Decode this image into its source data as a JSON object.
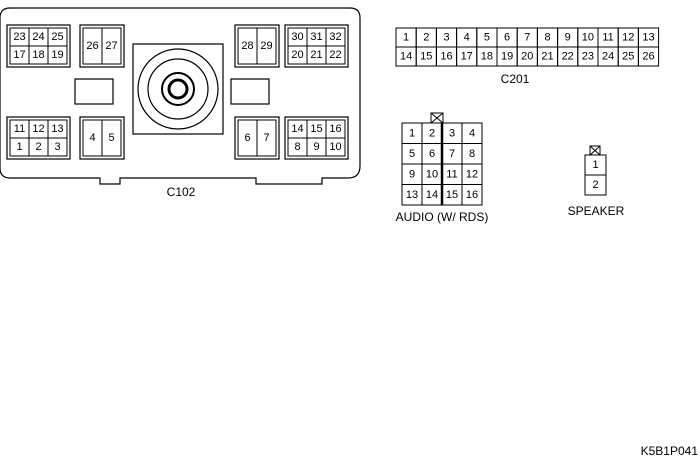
{
  "c102": {
    "label": "C102",
    "pins": {
      "upper_left": [
        [
          "23",
          "24",
          "25"
        ],
        [
          "17",
          "18",
          "19"
        ]
      ],
      "upper_mid": [
        [
          "26",
          "27"
        ]
      ],
      "upper_right_mid": [
        [
          "28",
          "29"
        ]
      ],
      "upper_right": [
        [
          "30",
          "31",
          "32"
        ],
        [
          "20",
          "21",
          "22"
        ]
      ],
      "lower_left": [
        [
          "11",
          "12",
          "13"
        ],
        [
          "1",
          "2",
          "3"
        ]
      ],
      "lower_mid": [
        [
          "4",
          "5"
        ]
      ],
      "lower_right_mid": [
        [
          "6",
          "7"
        ]
      ],
      "lower_right": [
        [
          "14",
          "15",
          "16"
        ],
        [
          "8",
          "9",
          "10"
        ]
      ]
    }
  },
  "c201": {
    "label": "C201",
    "rows": [
      [
        "1",
        "2",
        "3",
        "4",
        "5",
        "6",
        "7",
        "8",
        "9",
        "10",
        "11",
        "12",
        "13"
      ],
      [
        "14",
        "15",
        "16",
        "17",
        "18",
        "19",
        "20",
        "21",
        "22",
        "23",
        "24",
        "25",
        "26"
      ]
    ]
  },
  "audio": {
    "label": "AUDIO (W/  RDS)",
    "rows": [
      [
        "1",
        "2",
        "3",
        "4"
      ],
      [
        "5",
        "6",
        "7",
        "8"
      ],
      [
        "9",
        "10",
        "11",
        "12"
      ],
      [
        "13",
        "14",
        "15",
        "16"
      ]
    ]
  },
  "speaker": {
    "label": "SPEAKER",
    "rows": [
      [
        "1"
      ],
      [
        "2"
      ]
    ]
  },
  "figure_code": "K5B1P041"
}
